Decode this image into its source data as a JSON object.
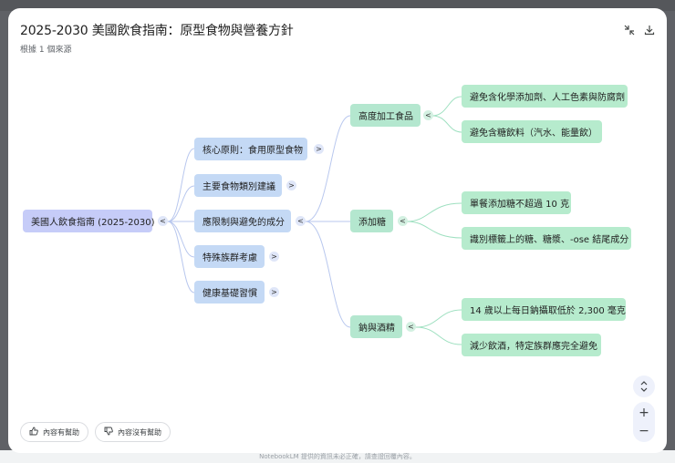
{
  "dialog": {
    "title": "2025-2030 美國飲食指南：原型食物與營養方針",
    "subtitle": "根據 1 個來源",
    "collapse_icon": "collapse-arrows-icon",
    "download_icon": "download-icon"
  },
  "mindmap": {
    "root": "美國人飲食指南 (2025-2030)",
    "branches": [
      "核心原則：食用原型食物",
      "主要食物類別建議",
      "應限制與避免的成分",
      "特殊族群考慮",
      "健康基礎習慣"
    ],
    "subbranches": [
      "高度加工食品",
      "添加糖",
      "鈉與酒精"
    ],
    "leaves": [
      "避免含化學添加劑、人工色素與防腐劑",
      "避免含糖飲料（汽水、能量飲）",
      "單餐添加糖不超過 10 克",
      "識別標籤上的糖、糖漿、-ose 結尾成分",
      "14 歲以上每日鈉攝取低於 2,300 毫克",
      "減少飲酒，特定族群應完全避免"
    ],
    "toggle_collapse": "<",
    "toggle_expand": ">"
  },
  "controls": {
    "fit_icon": "fit-vertical-icon",
    "zoom_in": "+",
    "zoom_out": "−"
  },
  "feedback": {
    "helpful": "內容有幫助",
    "not_helpful": "內容沒有幫助"
  },
  "footer": {
    "disclaimer": "NotebookLM 提供的資訊未必正確，請查證回覆內容。"
  },
  "colors": {
    "root_fill": "#c6ccf8",
    "branch_fill": "#c4d9f5",
    "green_fill": "#b4e7cf",
    "edge_blue": "#b8c7ee",
    "edge_green": "#9ee0c0"
  }
}
